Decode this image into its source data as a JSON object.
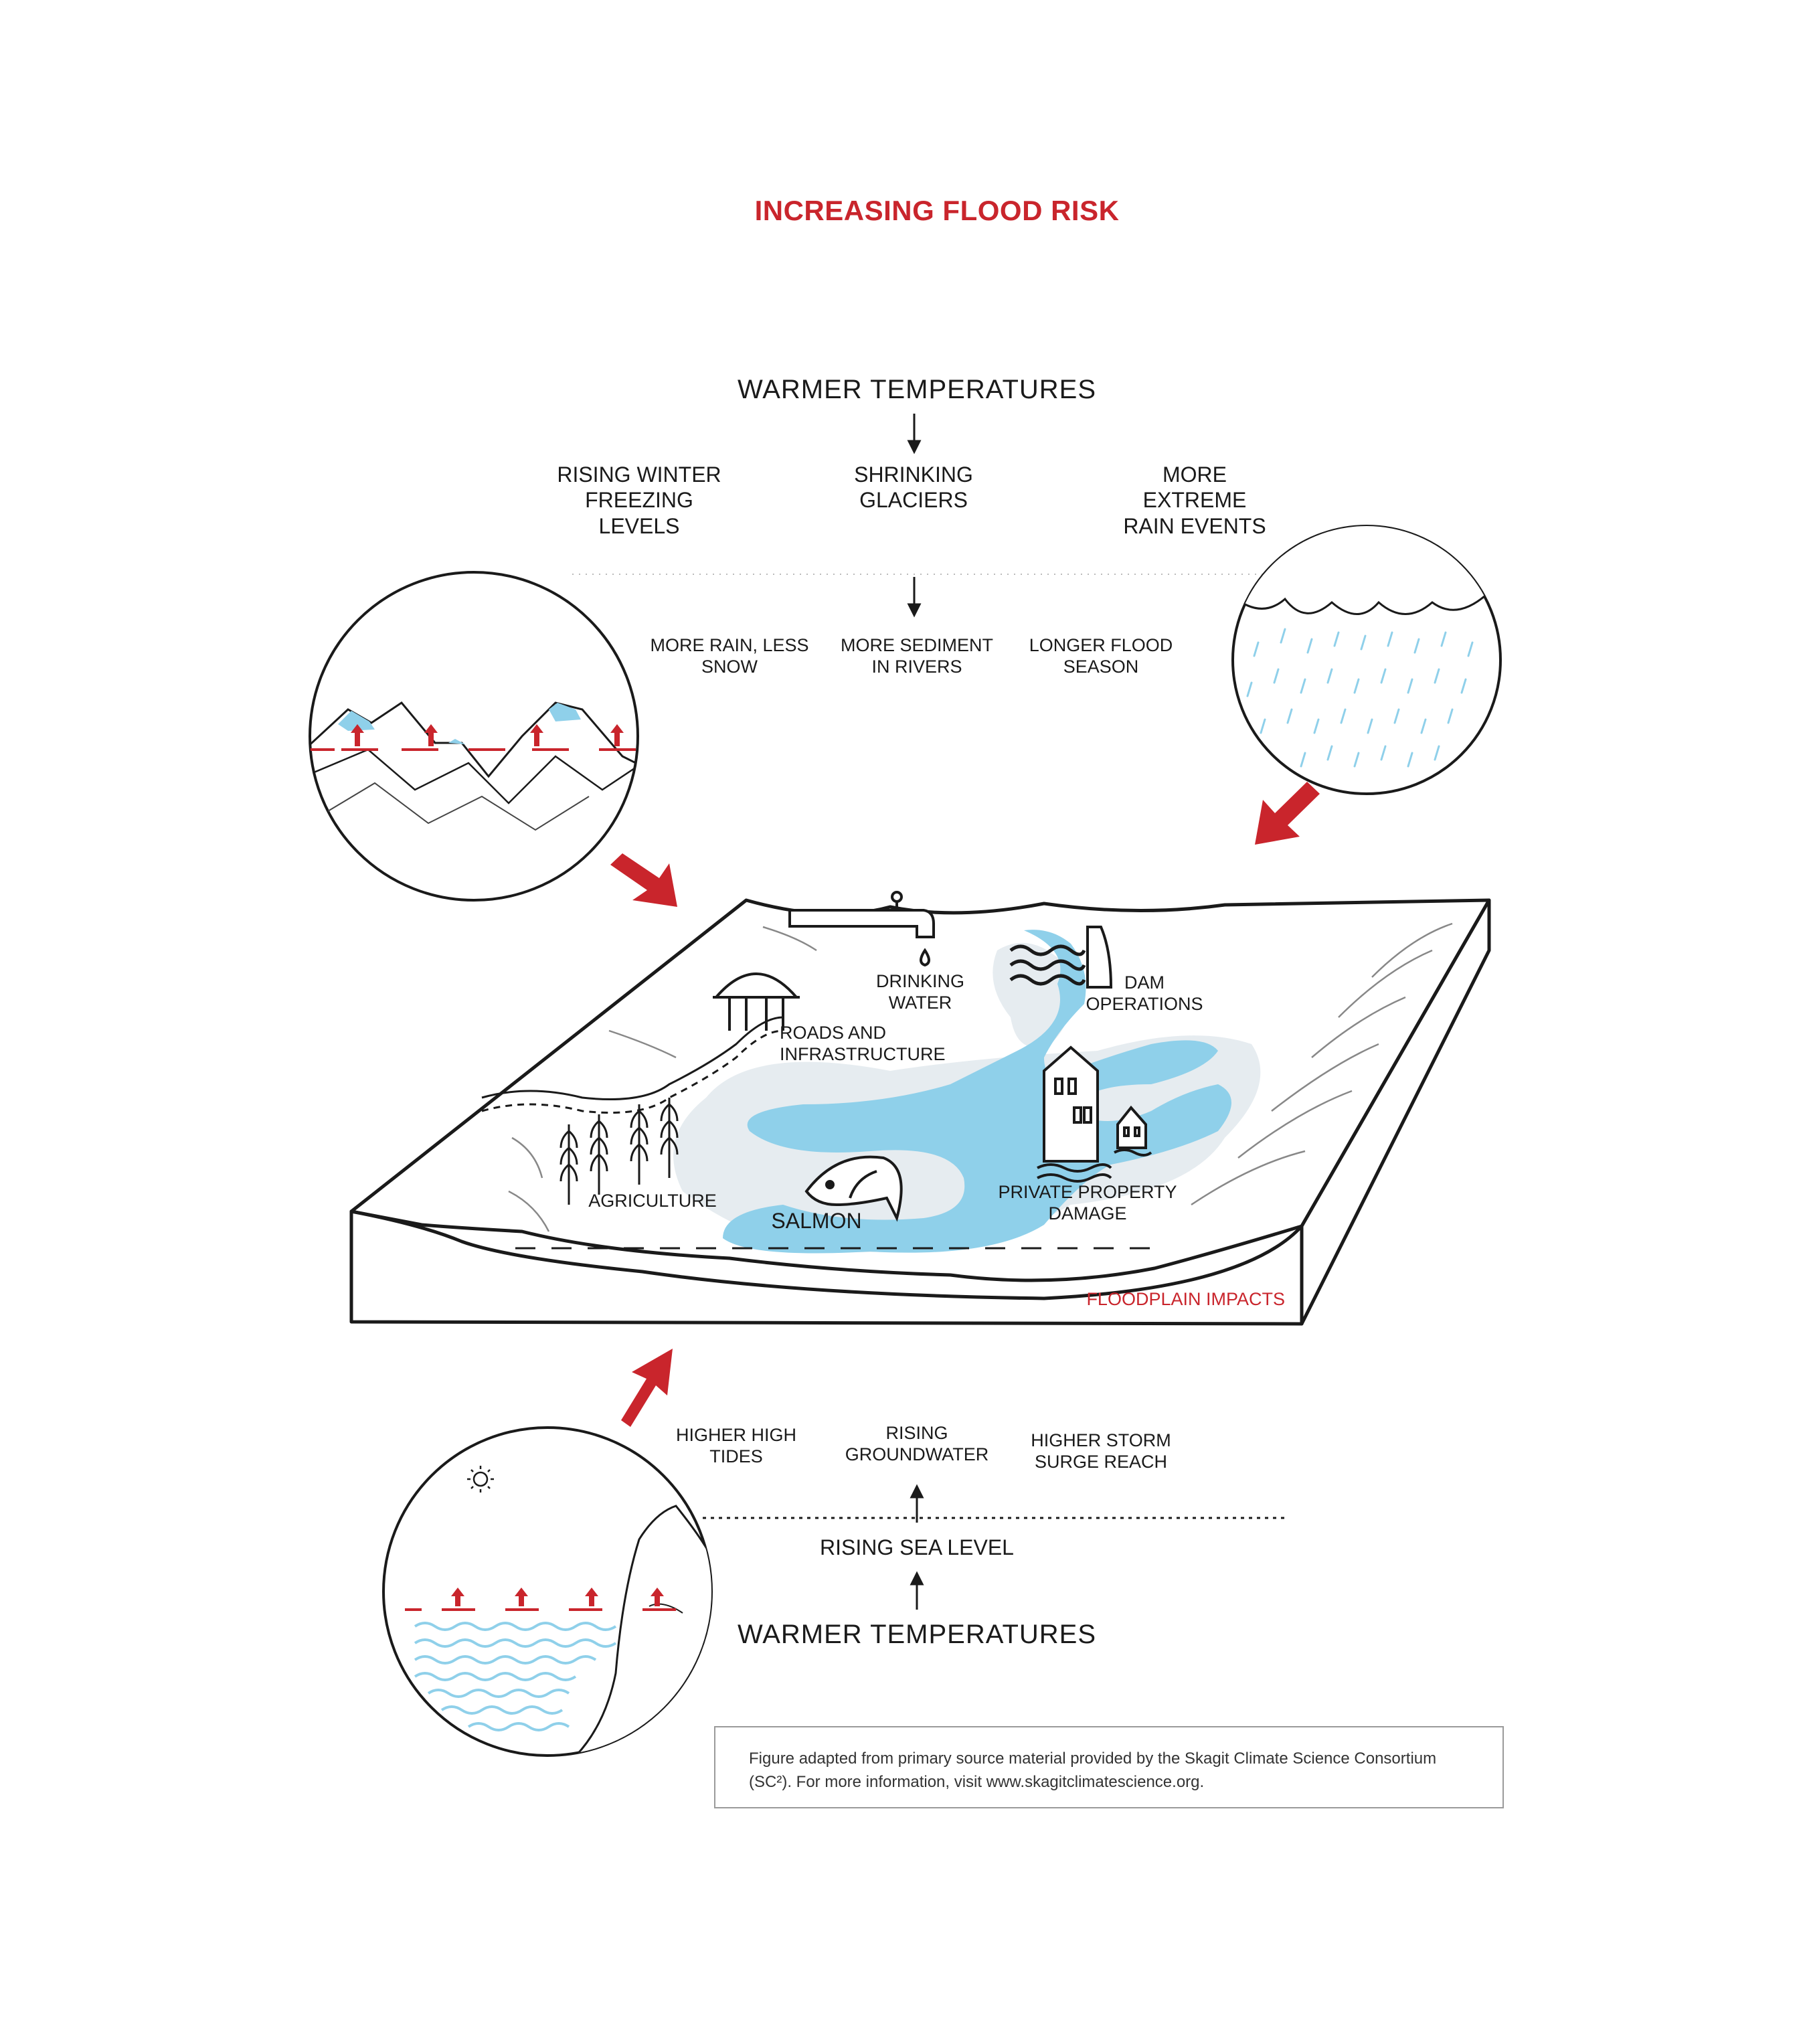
{
  "title": "INCREASING FLOOD RISK",
  "top": {
    "driver": "WARMER TEMPERATURES",
    "effects": [
      "RISING WINTER\nFREEZING\nLEVELS",
      "SHRINKING\nGLACIERS",
      "MORE\nEXTREME\nRAIN EVENTS"
    ],
    "outcomes": [
      "MORE RAIN, LESS\nSNOW",
      "MORE SEDIMENT\nIN RIVERS",
      "LONGER FLOOD\nSEASON"
    ]
  },
  "floodplain": {
    "title": "FLOODPLAIN IMPACTS",
    "labels": {
      "drinking_water": "DRINKING\nWATER",
      "dam_operations": "DAM\nOPERATIONS",
      "roads": "ROADS AND\nINFRASTRUCTURE",
      "agriculture": "AGRICULTURE",
      "salmon": "SALMON",
      "property": "PRIVATE PROPERTY\nDAMAGE"
    }
  },
  "bottom": {
    "outcomes": [
      "HIGHER HIGH\nTIDES",
      "RISING\nGROUNDWATER",
      "HIGHER STORM\nSURGE REACH"
    ],
    "effect": "RISING SEA LEVEL",
    "driver": "WARMER TEMPERATURES"
  },
  "credit": "Figure adapted from primary source material provided by the Skagit Climate Science Consortium (SC²). For more information, visit www.skagitclimatescience.org.",
  "colors": {
    "accent": "#c9252c",
    "water": "#8fd0ea",
    "floodplain": "#e6ecf0",
    "line": "#1a1a1a"
  }
}
